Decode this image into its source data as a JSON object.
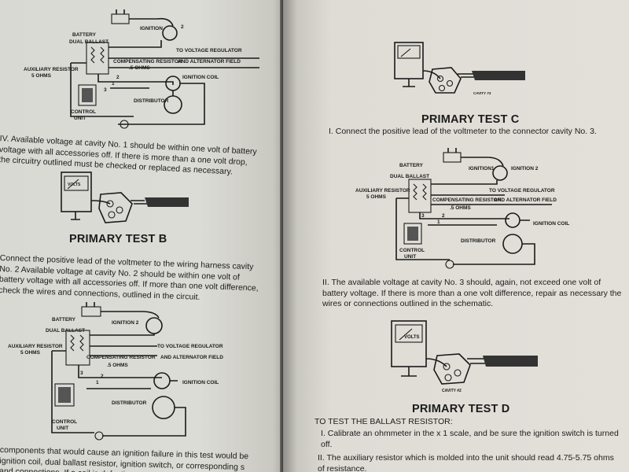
{
  "left_page": {
    "diagram1": {
      "labels": {
        "battery": "BATTERY",
        "ignition": "IGNITION",
        "ignition_no": "2",
        "dual_ballast": "DUAL BALLAST",
        "to_voltage_regulator": "TO VOLTAGE REGULATOR",
        "compensating_resistor": "COMPENSATING RESISTOR",
        "comp_ohms": ".5 OHMS",
        "alternator_field": "AND ALTERNATOR FIELD",
        "auxiliary_resistor": "AUXILIARY RESISTOR",
        "aux_ohms": "5 OHMS",
        "ignition_coil": "IGNITION COIL",
        "distributor": "DISTRIBUTOR",
        "control_unit": "CONTROL",
        "control_unit2": "UNIT",
        "n1": "1",
        "n2": "2",
        "n3": "3"
      }
    },
    "para_iv": "IV. Available voltage at cavity No. 1 should be within one volt of battery voltage with all accessories off. If there is more than a one volt drop, the circuitry outlined must be checked or replaced as necessary.",
    "meter_label": "VOLTS",
    "heading_b": "PRIMARY TEST B",
    "para_b": "Connect the positive lead of the voltmeter to the wiring harness cavity No. 2 Available voltage at cavity No. 2 should be within one volt of battery voltage with all accessories off. If more than one volt difference, check the wires and connections, outlined in the circuit.",
    "diagram2": {
      "labels": {
        "battery": "BATTERY",
        "ignition": "IGNITION 2",
        "dual_ballast": "DUAL BALLAST",
        "auxiliary_resistor": "AUXILIARY RESISTOR",
        "aux_ohms": "5 OHMS",
        "compensating_resistor": "COMPENSATING RESISTOR",
        "comp_ohms": ".5 OHMS",
        "to_voltage_regulator": "TO VOLTAGE REGULATOR",
        "alternator_field": "AND ALTERNATOR FIELD",
        "ignition_coil": "IGNITION COIL",
        "distributor": "DISTRIBUTOR",
        "control_unit": "CONTROL",
        "control_unit2": "UNIT",
        "n1": "1",
        "n2": "2",
        "n3": "3"
      }
    },
    "para_bottom": "components that would cause an ignition failure in this test would be ignition coil, dual ballast resistor, ignition switch, or corresponding s and connections. If a coil is defective"
  },
  "right_page": {
    "meter_top_label": "CAVITY #3",
    "heading_c": "PRIMARY TEST C",
    "para_c1": "I. Connect the positive lead of the voltmeter to the connector cavity No. 3.",
    "diagram3": {
      "labels": {
        "battery": "BATTERY",
        "ignition1": "IGNITION1",
        "ignition2": "IGNITION 2",
        "dual_ballast": "DUAL BALLAST",
        "auxiliary_resistor": "AUXILIARY RESISTOR",
        "aux_ohms": "5 OHMS",
        "to_voltage_regulator": "TO VOLTAGE REGULATOR",
        "compensating_resistor": "COMPENSATING RESISTOR",
        "comp_ohms": ".5 OHMS",
        "alternator_field": "AND ALTERNATOR FIELD",
        "ignition_coil": "IGNITION COIL",
        "distributor": "DISTRIBUTOR",
        "control_unit": "CONTROL",
        "control_unit2": "UNIT",
        "n1": "1",
        "n2": "2",
        "n3": "3"
      }
    },
    "para_c2": "II. The available voltage at cavity No. 3 should, again, not exceed one volt of battery voltage. If there is more than a one volt difference, repair as necessary the wires or connections outlined in the schematic.",
    "meter_label": "VOLTS",
    "cavity_label": "CAVITY #2",
    "heading_d": "PRIMARY TEST D",
    "para_d0": "TO TEST THE BALLAST RESISTOR:",
    "para_d1": "I. Calibrate an ohmmeter in the x 1 scale, and be sure the ignition switch is turned off.",
    "para_d2": "II. The auxiliary resistor which is molded into the unit should read 4.75-5.75 ohms of resistance."
  }
}
